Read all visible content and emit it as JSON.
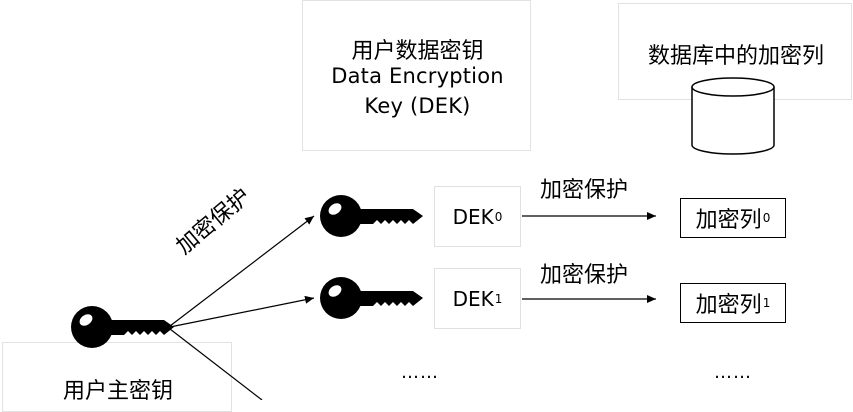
{
  "dek_panel": {
    "title_cn": "用户数据密钥",
    "title_en_line1": "Data Encryption",
    "title_en_line2": "Key (DEK)"
  },
  "db_panel": {
    "title": "数据库中的加密列"
  },
  "master_key": {
    "label": "用户主密钥",
    "protect_label": "加密保护"
  },
  "rows": [
    {
      "dek_label": "DEK",
      "dek_sub": "0",
      "protect_label": "加密保护",
      "column_label": "加密列",
      "column_sub": "0"
    },
    {
      "dek_label": "DEK",
      "dek_sub": "1",
      "protect_label": "加密保护",
      "column_label": "加密列",
      "column_sub": "1"
    }
  ],
  "ellipsis_mid": "……",
  "ellipsis_right": "……",
  "icons": [
    "key-icon",
    "database-cylinder-icon",
    "arrow-icon"
  ]
}
